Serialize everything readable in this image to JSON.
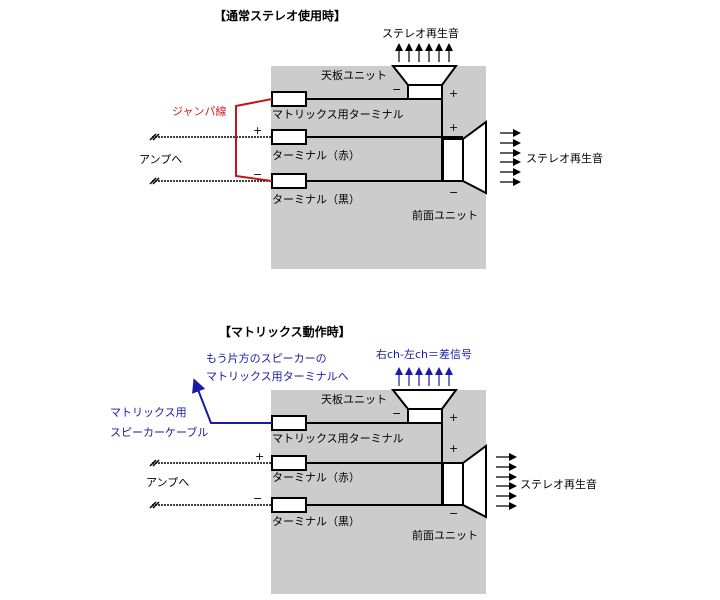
{
  "colors": {
    "panel": "#cccccc",
    "wire": "#000000",
    "jumper": "#c01818",
    "matrix_cable": "#1a1aa8"
  },
  "diagrams": [
    {
      "title": "【通常ステレオ使用時】",
      "top_output_label": "ステレオ再生音",
      "top_unit": "天板ユニット",
      "front_unit": "前面ユニット",
      "front_output_label": "ステレオ再生音",
      "matrix_terminal": "マトリックス用ターミナル",
      "red_terminal": "ターミナル（赤）",
      "black_terminal": "ターミナル（黒）",
      "amp_label": "アンプへ",
      "plus": "+",
      "minus": "−",
      "jumper_label": "ジャンパ線"
    },
    {
      "title": "【マトリックス動作時】",
      "top_output_label": "右ch-左ch＝差信号",
      "top_unit": "天板ユニット",
      "front_unit": "前面ユニット",
      "front_output_label": "ステレオ再生音",
      "matrix_terminal": "マトリックス用ターミナル",
      "red_terminal": "ターミナル（赤）",
      "black_terminal": "ターミナル（黒）",
      "amp_label": "アンプへ",
      "plus": "+",
      "minus": "−",
      "cable_label_line1": "マトリックス用",
      "cable_label_line2": "スピーカーケーブル",
      "destination_line1": "もう片方のスピーカーの",
      "destination_line2": "マトリックス用ターミナルへ"
    }
  ]
}
